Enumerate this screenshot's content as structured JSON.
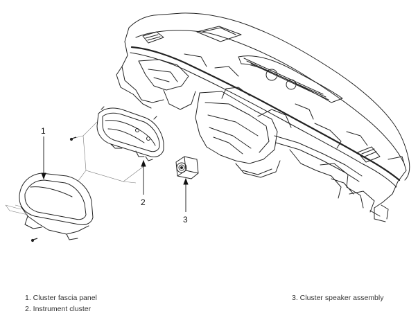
{
  "diagram": {
    "callouts": {
      "c1": "1",
      "c2": "2",
      "c3": "3"
    }
  },
  "legend": {
    "item1": "1. Cluster fascia panel",
    "item2": "2. Instrument cluster",
    "item3": "3. Cluster speaker assembly"
  }
}
